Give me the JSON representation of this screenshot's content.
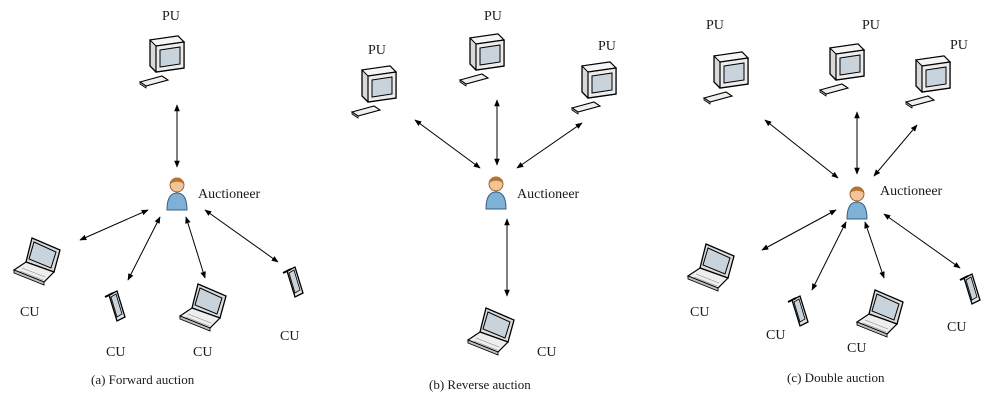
{
  "labels": {
    "pu": "PU",
    "cu": "CU",
    "auctioneer": "Auctioneer"
  },
  "captions": {
    "forward": "(a) Forward auction",
    "reverse": "(b) Reverse auction",
    "double": "(c) Double auction"
  },
  "icons": {
    "pu": "desktop-computer-icon",
    "cu_laptop": "laptop-icon",
    "cu_phone": "mobile-phone-icon",
    "auctioneer": "person-icon"
  },
  "colors": {
    "line": "#000000",
    "monitor_body": "#f2f2f2",
    "screen": "#c9d3dc",
    "person_skin": "#f2c49a",
    "person_shirt": "#7fb0d6"
  }
}
